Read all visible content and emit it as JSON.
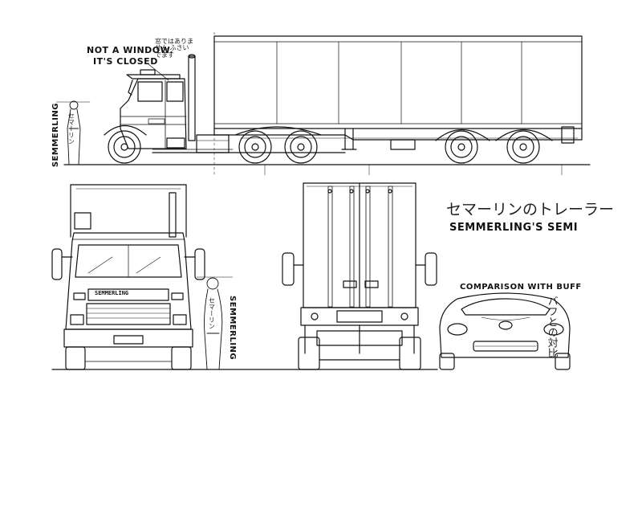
{
  "colors": {
    "ink": "#111111",
    "paper": "#ffffff"
  },
  "side_view": {
    "annotation_line1": "NOT A WINDOW.",
    "annotation_line2": "IT'S CLOSED",
    "jp_note": "窓ではありません ふさいでます",
    "figure_label": "SEMMERLING",
    "figure_label_jp": "セマーリン"
  },
  "front_view": {
    "figure_label": "SEMMERLING",
    "figure_label_jp": "セマーリン",
    "grille_badge": "SEMMERLING"
  },
  "title": {
    "jp": "セマーリンのトレーラー",
    "en": "SEMMERLING'S SEMI"
  },
  "comparison": {
    "label": "COMPARISON WITH BUFF",
    "jp": "バフとの対比"
  }
}
